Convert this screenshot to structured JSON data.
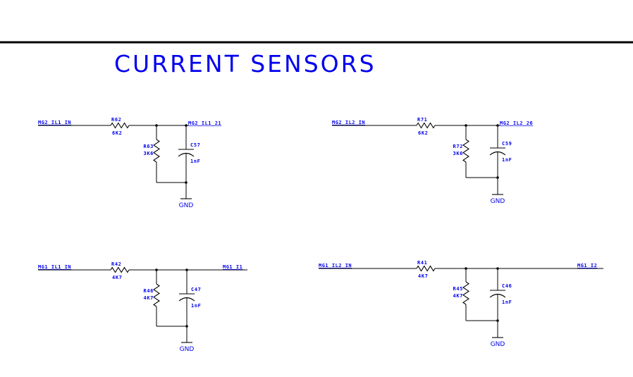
{
  "sheet": {
    "title": "CURRENT SENSORS",
    "colors": {
      "text": "#0000ee",
      "wire": "#000000",
      "background": "#ffffff"
    }
  },
  "circuits": [
    {
      "input_net": "MG2_IL1_IN",
      "output_net": "MG2_IL1_21",
      "series_resistor": {
        "ref": "R62",
        "value": "6K2"
      },
      "shunt_resistor": {
        "ref": "R63",
        "value": "3K6"
      },
      "capacitor": {
        "ref": "C57",
        "value": "1nF"
      },
      "ground": "GND"
    },
    {
      "input_net": "MG2_IL2_IN",
      "output_net": "MG2_IL2_26",
      "series_resistor": {
        "ref": "R71",
        "value": "6K2"
      },
      "shunt_resistor": {
        "ref": "R72",
        "value": "3K6"
      },
      "capacitor": {
        "ref": "C59",
        "value": "1nF"
      },
      "ground": "GND"
    },
    {
      "input_net": "MG1_IL1_IN",
      "output_net": "MG1_I1",
      "series_resistor": {
        "ref": "R42",
        "value": "4K7"
      },
      "shunt_resistor": {
        "ref": "R46",
        "value": "4K7"
      },
      "capacitor": {
        "ref": "C47",
        "value": "1nF"
      },
      "ground": "GND"
    },
    {
      "input_net": "MG1_IL2_IN",
      "output_net": "MG1_I2",
      "series_resistor": {
        "ref": "R41",
        "value": "4K7"
      },
      "shunt_resistor": {
        "ref": "R45",
        "value": "4K7"
      },
      "capacitor": {
        "ref": "C46",
        "value": "1nF"
      },
      "ground": "GND"
    }
  ]
}
